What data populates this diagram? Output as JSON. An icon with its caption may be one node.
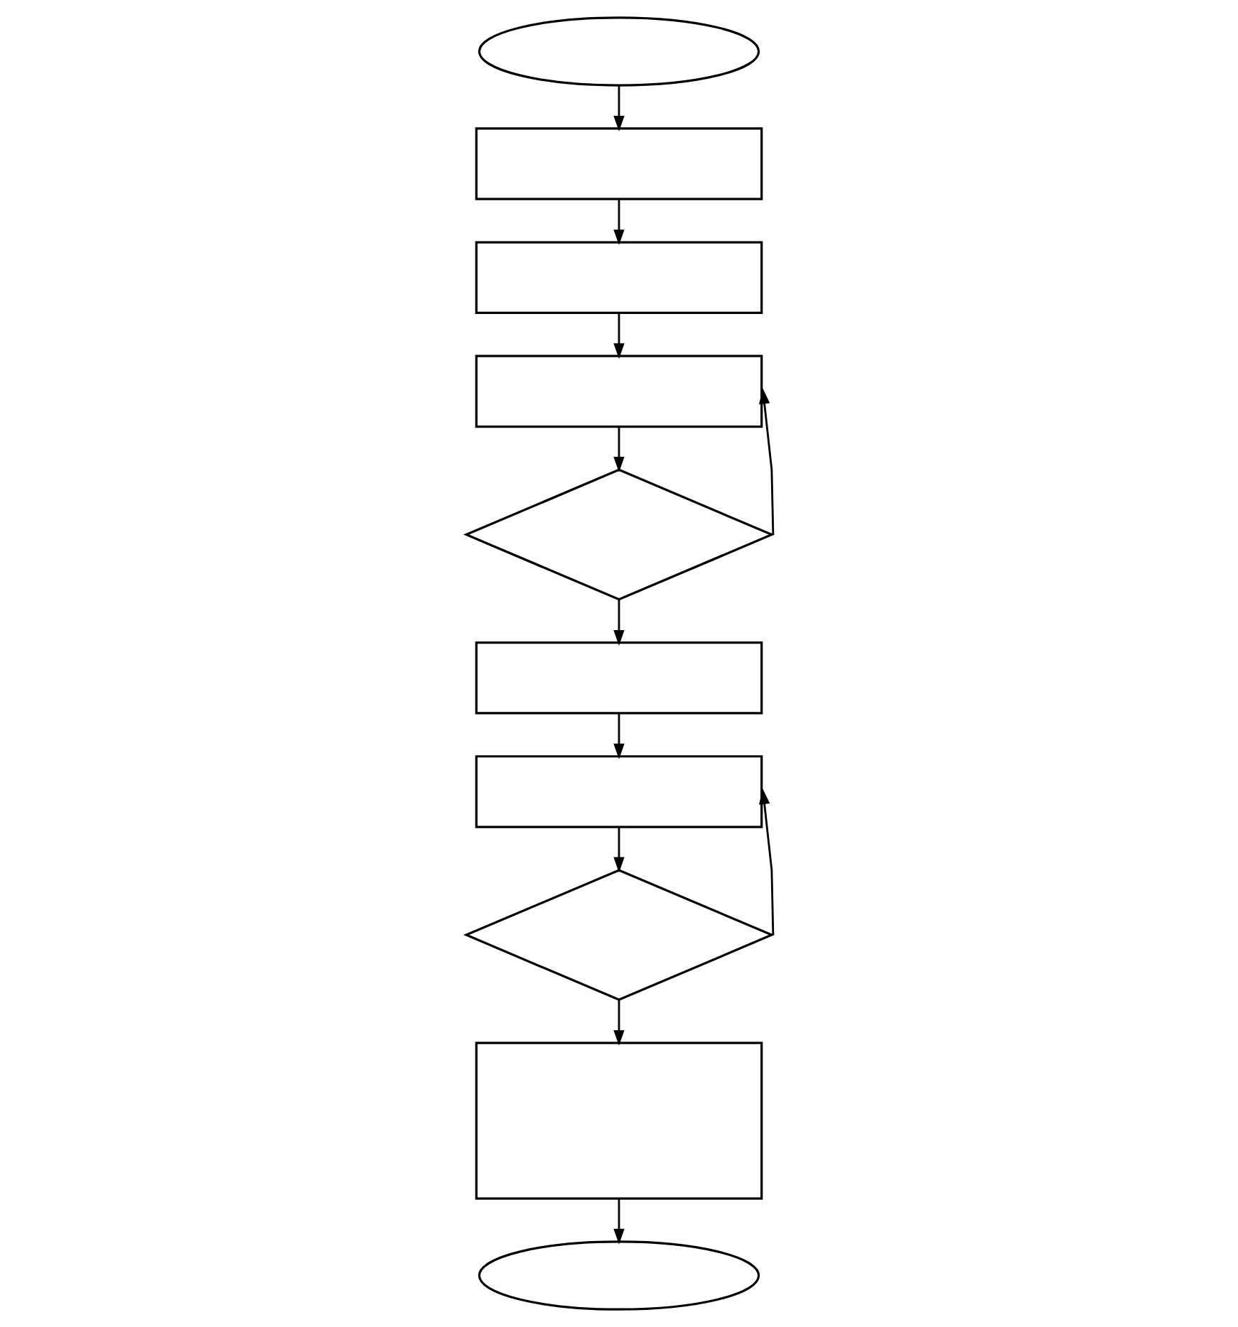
{
  "diagram": {
    "nodes": [
      {
        "text": [],
        "shape": "ellipse"
      },
      {
        "text": [],
        "shape": "box"
      },
      {
        "text": [],
        "shape": "box"
      },
      {
        "text": [],
        "shape": "box"
      },
      {
        "text": [],
        "shape": "diamond"
      },
      {
        "text": [],
        "shape": "box"
      },
      {
        "text": [],
        "shape": "box"
      },
      {
        "text": [],
        "shape": "diamond"
      },
      {
        "text": [],
        "shape": "box"
      },
      {
        "text": [],
        "shape": "ellipse"
      }
    ],
    "edges": [
      {
        "from": 0,
        "to": 1,
        "arrow": "to"
      },
      {
        "from": 1,
        "to": 2,
        "arrow": "to"
      },
      {
        "from": 2,
        "to": 3,
        "arrow": "to"
      },
      {
        "from": 3,
        "to": 4,
        "arrow": "to"
      },
      {
        "from": 4,
        "to": 3,
        "arrow": "to"
      },
      {
        "from": 4,
        "to": 5,
        "arrow": "to"
      },
      {
        "from": 5,
        "to": 6,
        "arrow": "to"
      },
      {
        "from": 6,
        "to": 7,
        "arrow": "to"
      },
      {
        "from": 7,
        "to": 6,
        "arrow": "to"
      },
      {
        "from": 7,
        "to": 8,
        "arrow": "to"
      },
      {
        "from": 8,
        "to": 9,
        "arrow": "to"
      }
    ]
  }
}
